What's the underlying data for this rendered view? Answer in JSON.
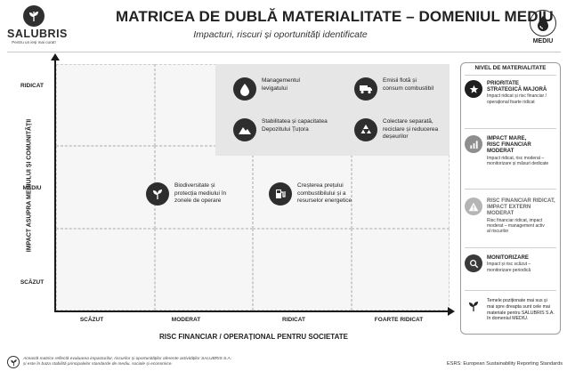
{
  "header": {
    "brand": "SALUBRIS",
    "tagline": "Pentru un ieși mai curat!",
    "title": "MATRICEA DE DUBLĂ MATERIALITATE – DOMENIUL MEDIU",
    "subtitle": "Impacturi, riscuri și oportunități identificate",
    "domain_label": "MEDIU"
  },
  "matrix": {
    "y_axis_title": "IMPACT ASUPRA MEDIULUI ȘI COMUNITĂȚII",
    "x_axis_title": "RISC FINANCIAR / OPERAȚIONAL PENTRU SOCIETATE",
    "y_levels": [
      "RIDICAT",
      "MEDIU",
      "SCĂZUT"
    ],
    "x_levels": [
      "SCĂZUT",
      "MODERAT",
      "RIDICAT",
      "FOARTE RIDICAT"
    ],
    "items": [
      {
        "icon": "water-drop-icon",
        "lines": [
          "Managementul",
          "levigatului"
        ]
      },
      {
        "icon": "truck-icon",
        "lines": [
          "Emisii flotă și",
          "consum combustibil"
        ]
      },
      {
        "icon": "landfill-icon",
        "lines": [
          "Stabilitatea și capacitatea",
          "Depozitului Țuțora"
        ]
      },
      {
        "icon": "recycle-icon",
        "lines": [
          "Colectare separată,",
          "reciclare și reducerea",
          "deșeurilor"
        ]
      },
      {
        "icon": "plant-icon",
        "lines": [
          "Biodiversitate și",
          "protecția mediului în",
          "zonele de operare"
        ]
      },
      {
        "icon": "fuel-pump-icon",
        "lines": [
          "Creșterea prețului",
          "combustibilului și a",
          "resurselor energetice"
        ]
      }
    ]
  },
  "legend": {
    "title": "NIVEL DE MATERIALITATE",
    "items": [
      {
        "icon": "star-badge-icon",
        "color": "#1e1e1e",
        "head": [
          "PRIORITATE",
          "STRATEGICĂ MAJORĂ"
        ],
        "desc": [
          "Impact ridicat și risc financiar /",
          "operațional foarte ridicat"
        ]
      },
      {
        "icon": "bar-chart-icon",
        "color": "#8e8e8e",
        "head": [
          "IMPACT MARE,",
          "RISC FINANCIAR",
          "MODERAT"
        ],
        "desc": [
          "Impact ridicat, risc moderat –",
          "monitorizare și măsuri dedicate"
        ]
      },
      {
        "icon": "warning-icon",
        "color": "#b5b5b5",
        "head": [
          "RISC FINANCIAR RIDICAT,",
          "IMPACT EXTERN MODERAT"
        ],
        "desc": [
          "Risc financiar ridicat, impact",
          "moderat – management activ",
          "al riscurilor"
        ]
      },
      {
        "icon": "magnifier-icon",
        "color": "#3a3a3a",
        "head": [
          "MONITORIZARE"
        ],
        "desc": [
          "Impact și risc scăzut –",
          "monitorizare periodică"
        ]
      }
    ],
    "note": [
      "Temele poziționate mai sus și",
      "mai spre dreapta sunt cele mai",
      "materiale pentru SALUBRIS S.A.",
      "în domeniul MEDIU."
    ]
  },
  "footer": {
    "note": [
      "Această matrice reflectă evaluarea impacturilor, riscurilor și oportunităților aferente activităților SALUBRIS S.A.",
      "și este în baza stabilită principalelor standarde de mediu, sociale și economice."
    ],
    "source": "ESRS: European Sustainability Reporting Standards"
  },
  "colors": {
    "highlight": "#e6e6e6",
    "grid": "#f6f6f6",
    "icon_dark": "#2e2e2e"
  }
}
